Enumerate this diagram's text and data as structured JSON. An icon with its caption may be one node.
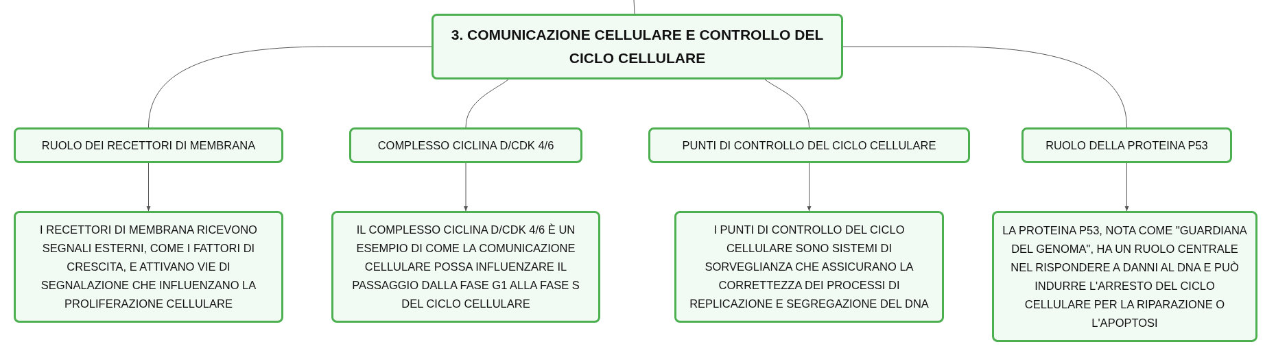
{
  "diagram": {
    "nodes": [
      {
        "text": [
          "3. COMUNICAZIONE CELLULARE E CONTROLLO DEL CICLO CELLULARE"
        ]
      },
      {
        "text": [
          "RUOLO DEI RECETTORI DI MEMBRANA"
        ]
      },
      {
        "text": [
          "COMPLESSO CICLINA D/CDK 4/6"
        ]
      },
      {
        "text": [
          "PUNTI DI CONTROLLO DEL CICLO CELLULARE"
        ]
      },
      {
        "text": [
          "RUOLO DELLA PROTEINA P53"
        ]
      },
      {
        "text": [
          "I RECETTORI DI MEMBRANA RICEVONO SEGNALI ESTERNI, COME I FATTORI DI CRESCITA, E ATTIVANO VIE DI SEGNALAZIONE CHE INFLUENZANO LA PROLIFERAZIONE CELLULARE"
        ]
      },
      {
        "text": [
          "IL COMPLESSO CICLINA D/CDK 4/6 È UN ESEMPIO DI COME LA COMUNICAZIONE CELLULARE POSSA INFLUENZARE IL PASSAGGIO DALLA FASE G1 ALLA FASE S DEL CICLO CELLULARE"
        ]
      },
      {
        "text": [
          "I PUNTI DI CONTROLLO DEL CICLO CELLULARE SONO SISTEMI DI SORVEGLIANZA CHE ASSICURANO LA CORRETTEZZA DEI PROCESSI DI REPLICAZIONE E SEGREGAZIONE DEL DNA"
        ]
      },
      {
        "text": [
          "LA PROTEINA P53, NOTA COME \"GUARDIANA DEL GENOMA\", HA UN RUOLO CENTRALE NEL RISPONDERE A DANNI AL DNA E PUÒ INDURRE L'ARRESTO DEL CICLO CELLULARE PER LA RIPARAZIONE O L'APOPTOSI"
        ]
      }
    ],
    "edges": [
      {
        "from": null,
        "to": 0,
        "arrow": "none"
      },
      {
        "from": 0,
        "to": 1,
        "arrow": "none"
      },
      {
        "from": 0,
        "to": 2,
        "arrow": "none"
      },
      {
        "from": 0,
        "to": 3,
        "arrow": "none"
      },
      {
        "from": 0,
        "to": 4,
        "arrow": "none"
      },
      {
        "from": 1,
        "to": 5,
        "arrow": "to"
      },
      {
        "from": 2,
        "to": 6,
        "arrow": "to"
      },
      {
        "from": 3,
        "to": 7,
        "arrow": "to"
      },
      {
        "from": 4,
        "to": 8,
        "arrow": "to"
      }
    ]
  }
}
